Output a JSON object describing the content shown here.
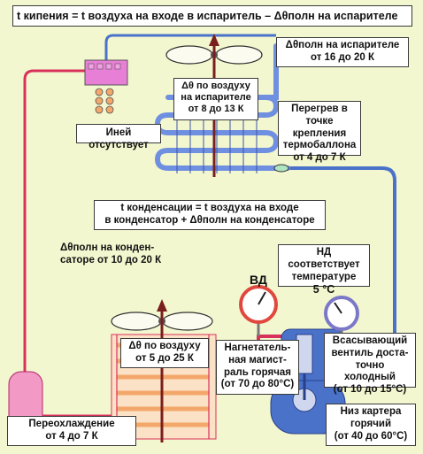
{
  "title_box": "t кипения = t воздуха на входе в испаритель – Δθполн на испарителе",
  "evap_delta_box": {
    "line1": "Δθполн на испарителе",
    "line2": "от 16 до 20 К"
  },
  "evap_air_box": {
    "line1": "Δθ по воздуху",
    "line2": "на испарителе",
    "line3": "от 8 до 13 К"
  },
  "no_frost_label": "Иней отсутствует",
  "superheat_box": {
    "line1": "Перегрев в",
    "line2": "точке крепления",
    "line3": "термобаллона",
    "line4": "от 4 до 7 К"
  },
  "cond_formula_box": {
    "line1": "t конденсации = t воздуха на входе",
    "line2": "в конденсатор + Δθполн на конденсаторе"
  },
  "cond_delta_label": {
    "line1": "Δθполн на конден-",
    "line2": "саторе от 10 до 20 К"
  },
  "lp_box": {
    "line1": "НД соответствует",
    "line2": "температуре",
    "line3": "5 °С"
  },
  "hp_label": "ВД",
  "cond_air_box": {
    "line1": "Δθ по воздуху",
    "line2": "от 5 до 25 К"
  },
  "discharge_box": {
    "line1": "Нагнетатель-",
    "line2": "ная магист-",
    "line3": "раль горячая",
    "line4": "(от 70 до 80°С)"
  },
  "suction_box": {
    "line1": "Всасывающий",
    "line2": "вентиль доста-",
    "line3": "точно холодный",
    "line4": "(от 10 до 15°С)"
  },
  "subcool_box": {
    "line1": "Переохлаждение",
    "line2": "от 4 до 7 К"
  },
  "crankcase_box": {
    "line1": "Низ картера",
    "line2": "горячий",
    "line3": "(от 40 до 60°С)"
  },
  "colors": {
    "hot_pipe": "#d8315b",
    "cold_pipe": "#4a72c9",
    "tube_blue": "#6f8fe0",
    "tube_red": "#e55a7a",
    "coil_orange": "#f3a76b",
    "gauge_red": "#e0483e"
  }
}
